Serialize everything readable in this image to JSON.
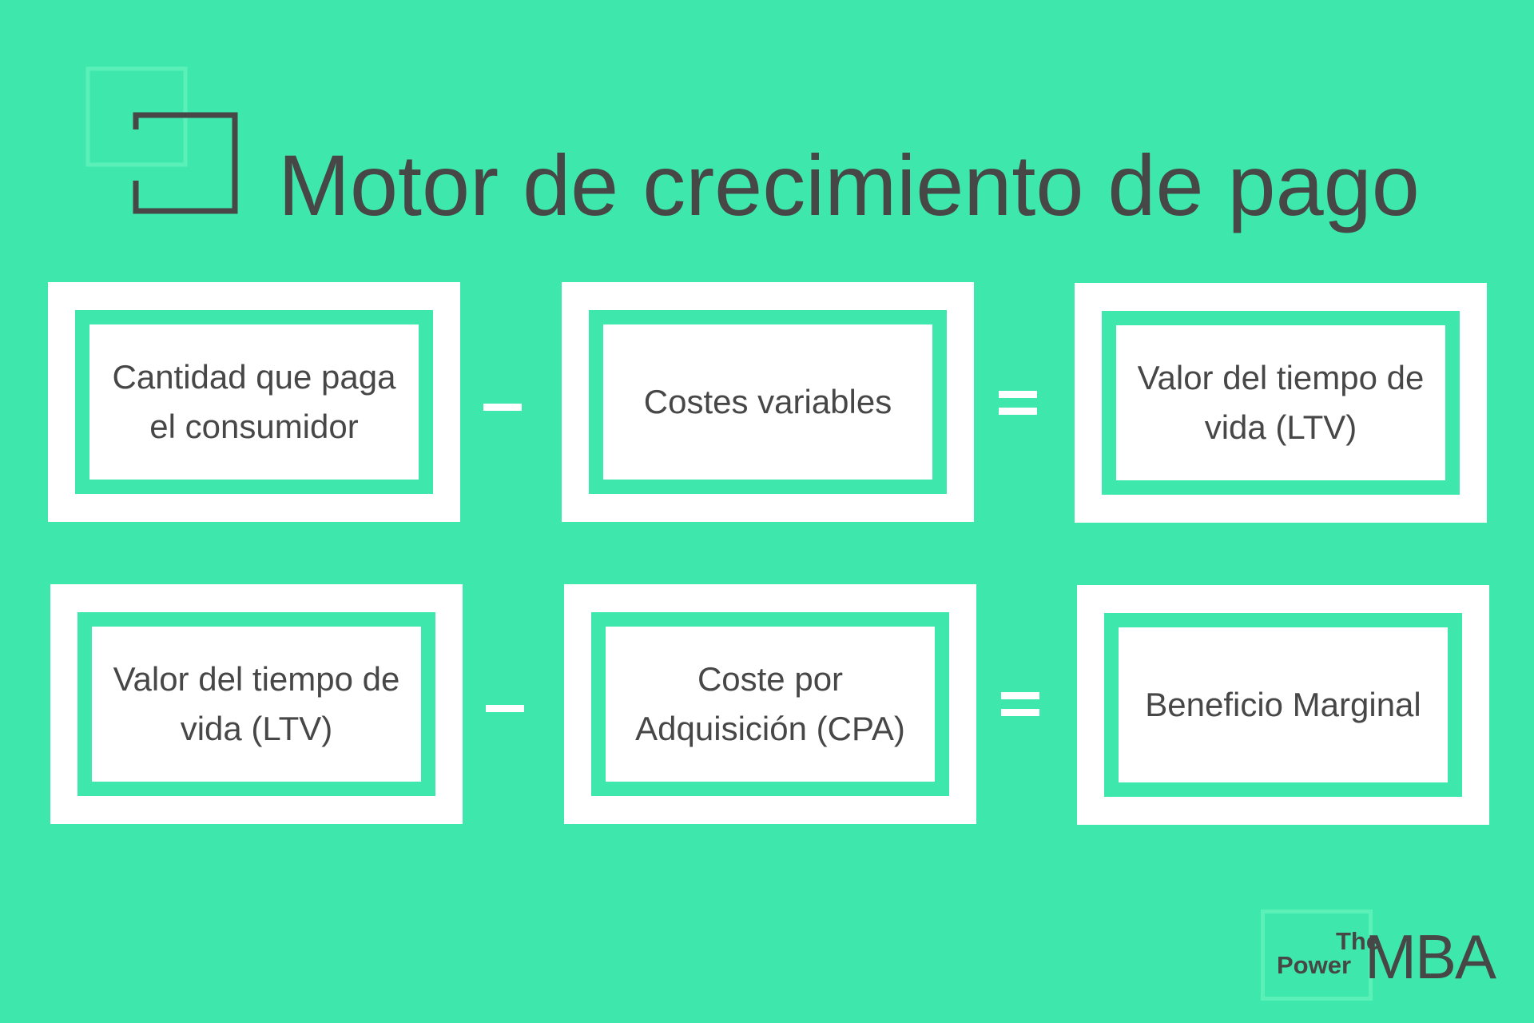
{
  "title": "Motor de crecimiento de pago",
  "rows": [
    {
      "left": "Cantidad que paga el consumidor",
      "operator": "−",
      "middle": "Costes variables",
      "result_operator": "=",
      "result": "Valor del tiempo de vida (LTV)"
    },
    {
      "left": "Valor del tiempo de vida (LTV)",
      "operator": "−",
      "middle": "Coste por Adquisición (CPA)",
      "result_operator": "=",
      "result": "Beneficio Marginal"
    }
  ],
  "brand": {
    "line1": "The",
    "line2": "Power",
    "mark": "MBA"
  },
  "colors": {
    "background": "#3ee8ac",
    "text": "#474747",
    "box": "#ffffff"
  }
}
